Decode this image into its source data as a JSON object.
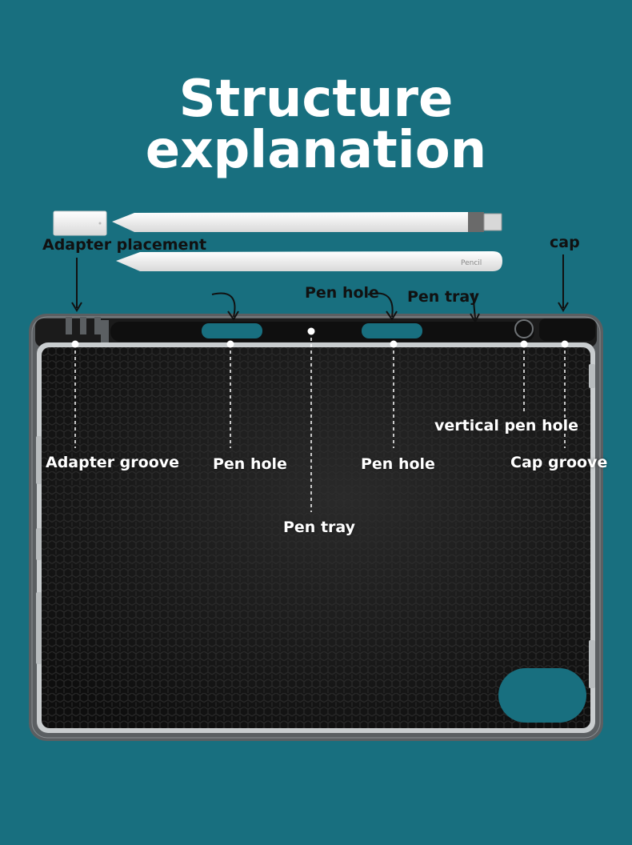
{
  "title": "Structure explanation",
  "pencil_brand": "Pencil",
  "labels": {
    "adapter_placement": "Adapter placement",
    "cap": "cap",
    "pen_hole_top": "Pen hole",
    "pen_tray_top": "Pen tray",
    "vertical_pen_hole": "vertical pen hole",
    "adapter_groove": "Adapter groove",
    "pen_hole_left": "Pen hole",
    "pen_hole_right": "Pen hole",
    "cap_groove": "Cap groove",
    "pen_tray_bottom": "Pen tray"
  },
  "colors": {
    "background": "#186f7f",
    "case_frame": "#5b5f62",
    "case_interior": "#151515",
    "pencil": "#f3f3f3"
  }
}
